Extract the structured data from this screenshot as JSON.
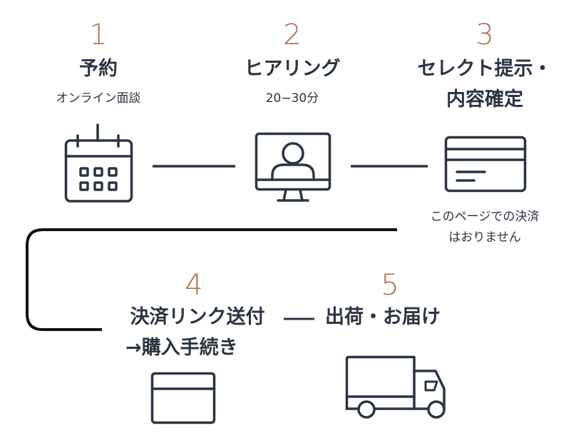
{
  "colors": {
    "step_number": "#b86a4b",
    "text": "#2b3542",
    "icon_stroke": "#2b3542",
    "flow_line": "#111111",
    "background": "#ffffff"
  },
  "steps": [
    {
      "number": "1",
      "title": "予約",
      "subtitle": "オンライン面談",
      "icon": "calendar-icon"
    },
    {
      "number": "2",
      "title": "ヒアリング",
      "subtitle": "20−30分",
      "icon": "video-call-monitor-icon"
    },
    {
      "number": "3",
      "title_line1": "セレクト提示・",
      "title_line2": "内容確定",
      "note_line1": "このページでの決済",
      "note_line2": "はおりません",
      "icon": "credit-card-icon"
    },
    {
      "number": "4",
      "title": "決済リンク送付",
      "subtitle": "→購入手続き",
      "icon": "browser-window-icon"
    },
    {
      "number": "5",
      "title": "出荷・お届け",
      "icon": "delivery-truck-icon"
    }
  ]
}
